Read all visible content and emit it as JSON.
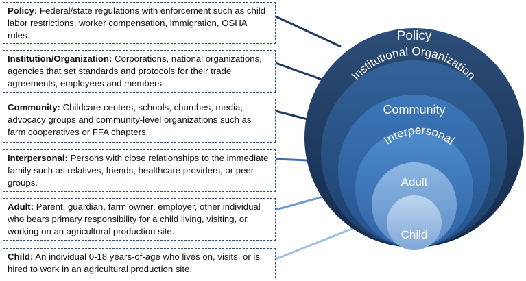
{
  "boxes": {
    "policy": {
      "title": "Policy:",
      "text": " Federal/state regulations with enforcement such as child labor restrictions, worker compensation, immigration, OSHA rules."
    },
    "institution": {
      "title": "Institution/Organization:",
      "text": " Corporations, national organizations, agencies that set standards and protocols for their trade agreements, employees and members."
    },
    "community": {
      "title": "Community:",
      "text": " Childcare centers, schools, churches, media, advocacy groups and community-level organizations such as farm cooperatives or FFA chapters."
    },
    "interpersonal": {
      "title": "Interpersonal:",
      "text": " Persons with close relationships to the immediate family such as relatives, friends, healthcare providers, or peer groups."
    },
    "adult": {
      "title": "Adult:",
      "text": " Parent, guardian, farm owner, employer, other individual who bears primary responsibility for a child living, visiting, or working on an agricultural production site."
    },
    "child": {
      "title": "Child:",
      "text": " An individual 0-18 years-of-age who lives on, visits, or is hired to work in an agricultural production site."
    }
  },
  "rings": {
    "policy": "Policy",
    "institutional": "Institutional Organization",
    "community": "Community",
    "interpersonal": "Interpersonal",
    "adult": "Adult",
    "child": "Child"
  },
  "colors": {
    "policy": "#1f3a5f",
    "institutional": "#254a78",
    "community": "#2c5d95",
    "interpersonal": "#3a72b0",
    "adult": "#6b9bd0",
    "child": "#9dbfe3",
    "box_border": "#2e4f74"
  }
}
